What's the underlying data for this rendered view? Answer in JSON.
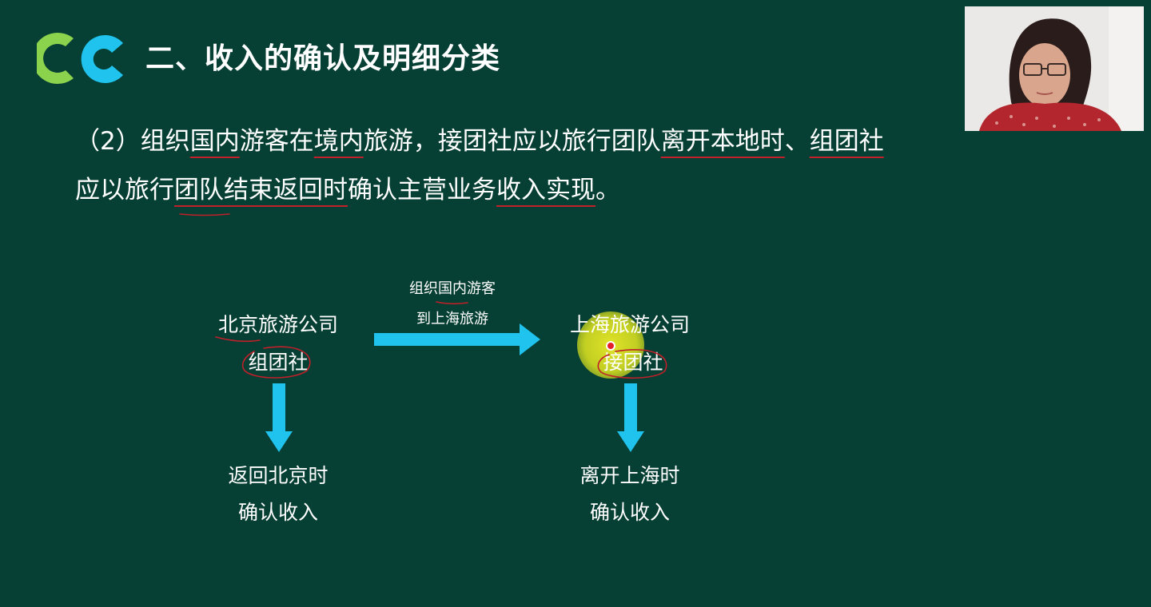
{
  "slide": {
    "title": "二、收入的确认及明细分类",
    "paragraph": {
      "line1": {
        "p1": "（2）组织",
        "p2": "国内",
        "p3": "游客在",
        "p4": "境内",
        "p5": "旅游，接团社应以旅行团队",
        "p6": "离开本地时",
        "p7": "、",
        "p8": "组团社"
      },
      "line2": {
        "p1": "应以旅行",
        "p2": "团队",
        "p3": "结束返回时",
        "p4": "确认主营业务",
        "p5": "收入实现",
        "p6": "。"
      }
    }
  },
  "diagram": {
    "left_company": "北京旅游公司",
    "left_role": "组团社",
    "left_result_line1": "返回北京时",
    "left_result_line2": "确认收入",
    "arrow_label_line1": "组织国内游客",
    "arrow_label_line2": "到上海旅游",
    "right_company": "上海旅游公司",
    "right_role": "接团社",
    "right_result_line1": "离开上海时",
    "right_result_line2": "确认收入"
  },
  "colors": {
    "background": "#063f33",
    "arrow": "#1fc3ee",
    "underline": "#c0202a",
    "logo_green": "#8cd34d",
    "logo_blue": "#1fc3ee",
    "pointer": "#e3e22a"
  },
  "icons": {
    "logo": "cc-logo-icon",
    "pointer": "laser-pointer-icon"
  }
}
